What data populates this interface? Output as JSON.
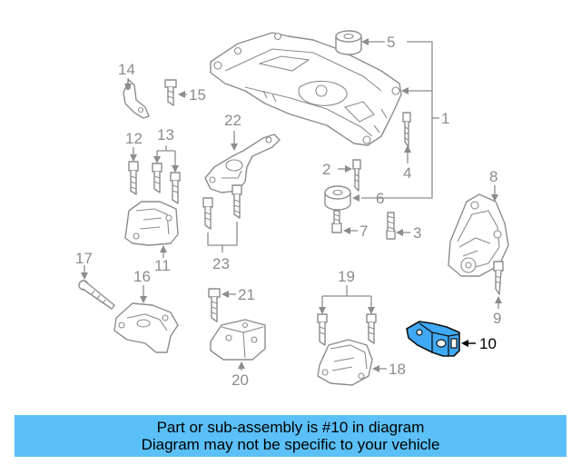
{
  "callouts": {
    "c1": "1",
    "c2": "2",
    "c3": "3",
    "c4": "4",
    "c5": "5",
    "c6": "6",
    "c7": "7",
    "c8": "8",
    "c9": "9",
    "c10": "10",
    "c11": "11",
    "c12": "12",
    "c13": "13",
    "c14": "14",
    "c15": "15",
    "c16": "16",
    "c17": "17",
    "c18": "18",
    "c19": "19",
    "c20": "20",
    "c21": "21",
    "c22": "22",
    "c23": "23"
  },
  "highlight": {
    "part_number": "10",
    "color": "#3fa9f5"
  },
  "banner": {
    "line1": "Part or sub-assembly is #10 in diagram",
    "line2": "Diagram may not be specific to your vehicle",
    "color": "#5bc0f8"
  }
}
